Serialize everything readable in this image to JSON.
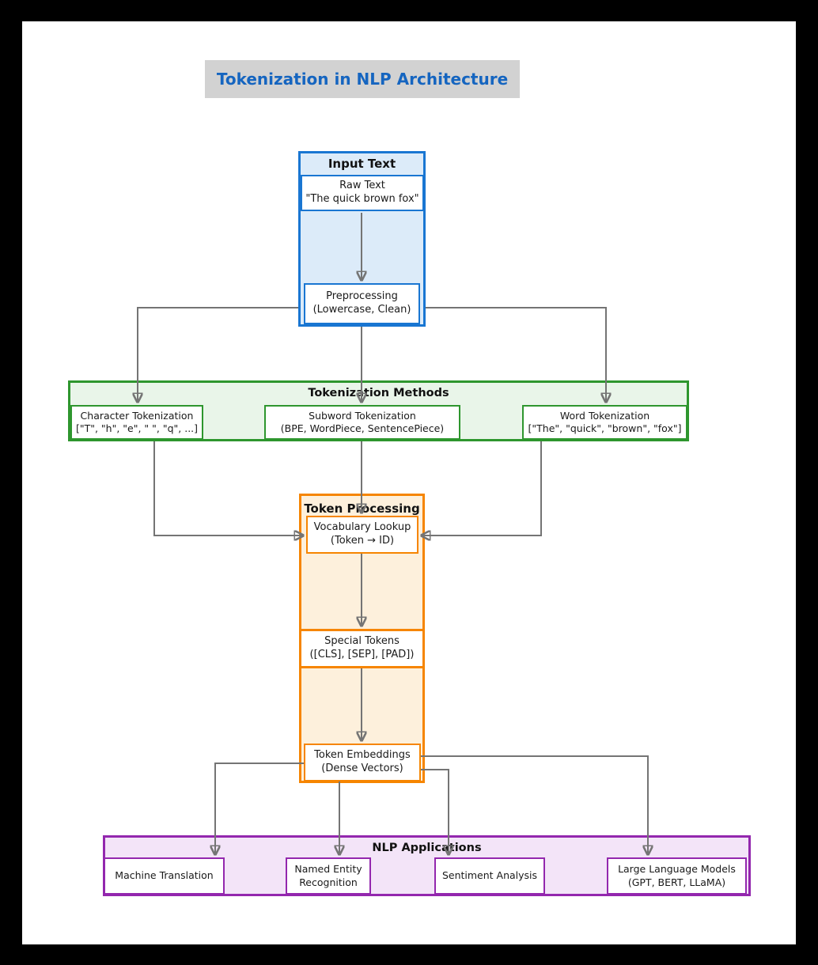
{
  "title": "Tokenization in NLP Architecture",
  "sections": {
    "input": {
      "header": "Input Text",
      "raw_text": {
        "line1": "Raw Text",
        "line2": "\"The quick brown fox\""
      },
      "preprocessing": {
        "line1": "Preprocessing",
        "line2": "(Lowercase, Clean)"
      }
    },
    "methods": {
      "header": "Tokenization Methods",
      "character": {
        "line1": "Character Tokenization",
        "line2": "[\"T\", \"h\", \"e\", \" \", \"q\", ...]"
      },
      "subword": {
        "line1": "Subword Tokenization",
        "line2": "(BPE, WordPiece, SentencePiece)"
      },
      "word": {
        "line1": "Word Tokenization",
        "line2": "[\"The\", \"quick\", \"brown\", \"fox\"]"
      }
    },
    "processing": {
      "header": "Token Processing",
      "vocab_lookup": {
        "line1": "Vocabulary Lookup",
        "line2": "(Token → ID)"
      },
      "special_tokens": {
        "line1": "Special Tokens",
        "line2": "([CLS], [SEP], [PAD])"
      },
      "embeddings": {
        "line1": "Token Embeddings",
        "line2": "(Dense Vectors)"
      }
    },
    "applications": {
      "header": "NLP Applications",
      "machine_translation": {
        "line1": "Machine Translation",
        "line2": ""
      },
      "ner": {
        "line1": "Named Entity",
        "line2": "Recognition"
      },
      "sentiment": {
        "line1": "Sentiment Analysis",
        "line2": ""
      },
      "llm": {
        "line1": "Large Language Models",
        "line2": "(GPT, BERT, LLaMA)"
      }
    }
  },
  "colors": {
    "title_text": "#1565c0",
    "title_background": "#d2d2d2",
    "input_border": "#1976d2",
    "input_fill": "#dcebf9",
    "methods_border": "#2e962e",
    "methods_fill": "#e9f5e9",
    "processing_border": "#f68500",
    "processing_fill": "#fdf0dc",
    "applications_border": "#9327ae",
    "applications_fill": "#f3e4f8",
    "arrow": "#747474",
    "page_background": "#ffffff",
    "frame_background": "#000000"
  }
}
